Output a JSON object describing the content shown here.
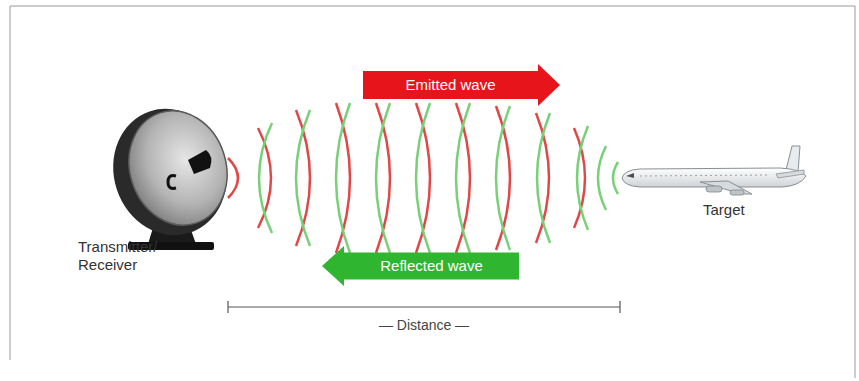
{
  "diagram": {
    "nodes": [
      {
        "text": [
          "Emitted wave"
        ]
      },
      {
        "text": [
          "Reflected wave"
        ]
      }
    ],
    "labels": [
      "Transmitter/ Receiver",
      "Target",
      "— Distance —"
    ]
  }
}
